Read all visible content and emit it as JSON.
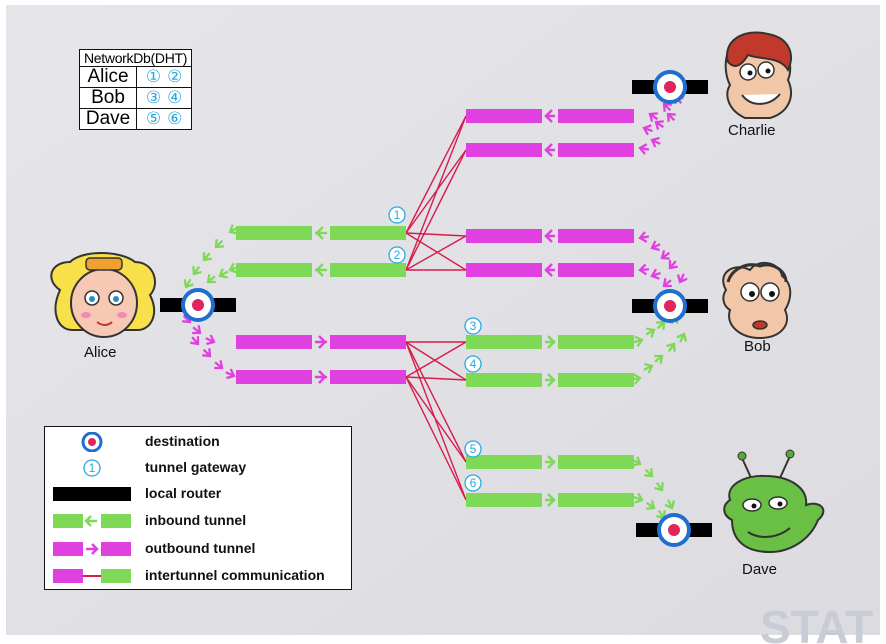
{
  "dht_table": {
    "header": "NetworkDb(DHT)",
    "rows": [
      {
        "name": "Alice",
        "gateways": [
          "①",
          "②"
        ]
      },
      {
        "name": "Bob",
        "gateways": [
          "③",
          "④"
        ]
      },
      {
        "name": "Dave",
        "gateways": [
          "⑤",
          "⑥"
        ]
      }
    ]
  },
  "users": {
    "alice": "Alice",
    "bob": "Bob",
    "charlie": "Charlie",
    "dave": "Dave"
  },
  "gateways": [
    "1",
    "2",
    "3",
    "4",
    "5",
    "6"
  ],
  "legend": {
    "destination": "destination",
    "tunnel_gateway": "tunnel gateway",
    "tunnel_gateway_symbol": "1",
    "local_router": "local router",
    "inbound_tunnel": "inbound tunnel",
    "outbound_tunnel": "outbound tunnel",
    "intertunnel": "intertunnel communication"
  },
  "watermark": "STAT",
  "colors": {
    "inbound": "#7ed957",
    "outbound": "#e040e0",
    "intertunnel_line": "#d81b4a",
    "router": "#000000",
    "gateway": "#29a9e0",
    "destination_ring": "#1e6fd0",
    "destination_core": "#e0245e"
  }
}
